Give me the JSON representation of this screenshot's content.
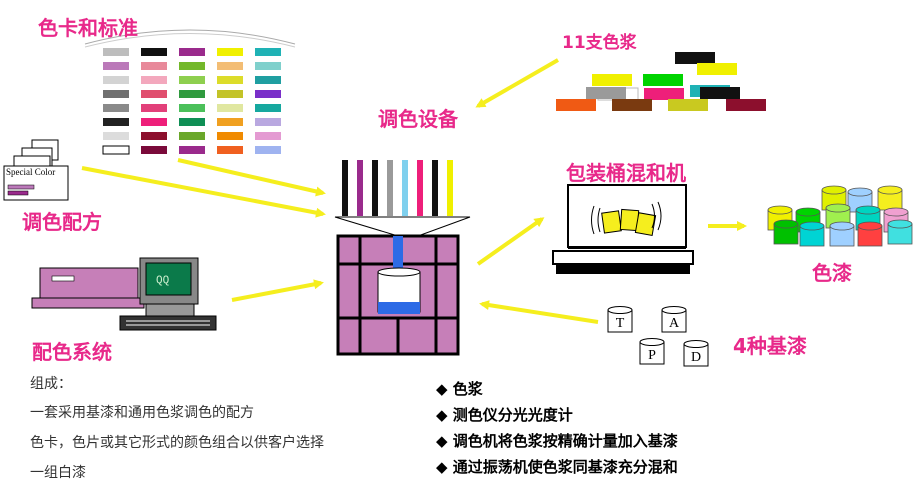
{
  "labels": {
    "color_card_title": "色卡和标准",
    "colorants_title": "11支色浆",
    "dispenser_title": "调色设备",
    "mixer_title": "包装桶混和机",
    "formula_title": "调色配方",
    "system_title": "配色系统",
    "bases_title": "4种基漆",
    "paints_title": "色漆",
    "special_color": "Special Color"
  },
  "bases": [
    "T",
    "A",
    "P",
    "D"
  ],
  "composition": {
    "heading": "组成：",
    "lines": [
      "一套采用基漆和通用色浆调色的配方",
      "色卡，色片或其它形式的颜色组合以供客户选择",
      "一组白漆"
    ]
  },
  "bullets": {
    "marker": "◆",
    "items": [
      "色浆",
      "测色仪分光光度计",
      "调色机将色浆按精确计量加入基漆",
      "通过振荡机使色浆同基漆充分混和"
    ]
  },
  "colors": {
    "accent_pink": "#e8298a",
    "arrow_yellow": "#f5ee1e",
    "machine_purple": "#c67fb8",
    "dispense_blue": "#2d6be6"
  },
  "color_card_swatches": [
    [
      "#bdbdbd",
      "#111111",
      "#9a2a8c",
      "#f0f000",
      "#1fb2b5"
    ],
    [
      "#bb79b9",
      "#e8899a",
      "#73b82a",
      "#f3bd74",
      "#7fd0cc"
    ],
    [
      "#d3d3d3",
      "#f3a8bd",
      "#8ecf4f",
      "#dcdc2a",
      "#1f9fa1"
    ],
    [
      "#707070",
      "#e04e6e",
      "#2f9a3e",
      "#c3c328",
      "#7a2fc9"
    ],
    [
      "#8a8a8a",
      "#e2407a",
      "#4bc05a",
      "#e0e7a0",
      "#16a89f"
    ],
    [
      "#222222",
      "#ee1f7a",
      "#0f8f55",
      "#f0a020",
      "#b9a8e0"
    ],
    [
      "#dcdcdc",
      "#8c0f2d",
      "#6aa72a",
      "#f08a00",
      "#e49ad2"
    ],
    [
      "#ffffff",
      "#7a0a3a",
      "#9a2a8c",
      "#f06020",
      "#9fb3f0"
    ]
  ],
  "colorant_bricks": [
    {
      "c": "#111111"
    },
    {
      "c": "#f0f000"
    },
    {
      "c": "#00d400"
    },
    {
      "c": "#f0f000"
    },
    {
      "c": "#ee1f7a"
    },
    {
      "c": "#1fb2b5"
    },
    {
      "c": "#ffffff"
    },
    {
      "c": "#9a9a9a"
    },
    {
      "c": "#111111"
    },
    {
      "c": "#f05a14"
    },
    {
      "c": "#7a3a10"
    },
    {
      "c": "#c9c920"
    },
    {
      "c": "#8c0f2d"
    }
  ],
  "dispenser_stripes": [
    "#111111",
    "#9a2a8c",
    "#111111",
    "#9a9a9a",
    "#7fd0ee",
    "#ee1f7a",
    "#111111",
    "#f0f000"
  ],
  "mixer_cans": [
    "#f5ee1e",
    "#f5ee1e",
    "#f5ee1e"
  ],
  "paint_cans": [
    "#e0f000",
    "#9fd0ff",
    "#f5ee1e",
    "#f0f000",
    "#00d400",
    "#a0f04e",
    "#00d4c0",
    "#f0a0d0",
    "#00c000",
    "#00d4d4",
    "#9fd0ff",
    "#ff4040",
    "#40e0e0"
  ]
}
